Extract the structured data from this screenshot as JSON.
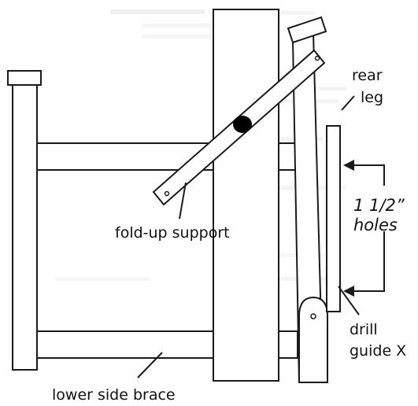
{
  "labels": {
    "rear_leg_line1": "rear",
    "rear_leg_line2": "leg",
    "hole_spacing_line1": "1 1/2”",
    "hole_spacing_line2": "holes",
    "fold_up_support": "fold-up support",
    "drill_guide_line1": "drill",
    "drill_guide_line2": "guide X",
    "lower_side_brace": "lower side brace"
  },
  "colors": {
    "line": "#1a1a1a",
    "background": "#ffffff",
    "pivot": "#000000"
  }
}
